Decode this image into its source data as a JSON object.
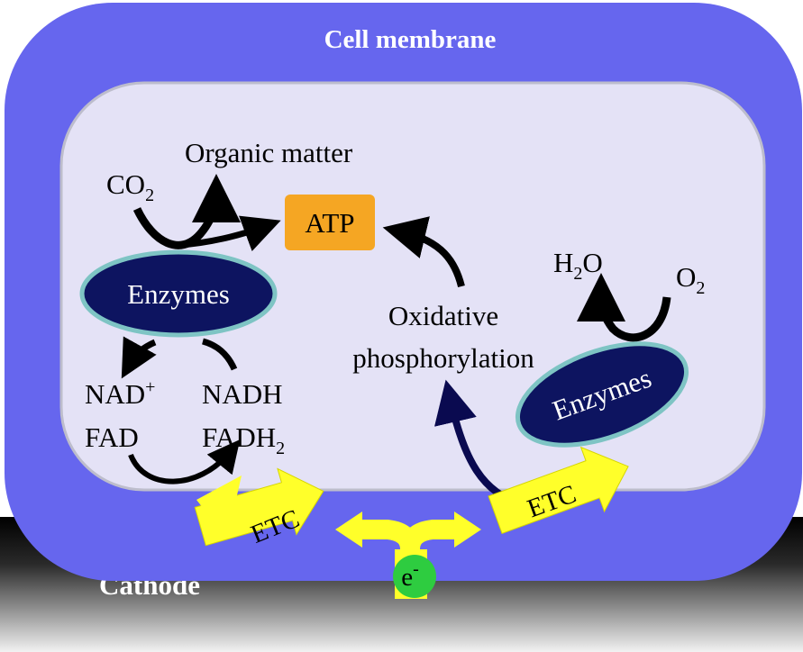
{
  "labels": {
    "cell_membrane": "Cell membrane",
    "cathode": "Cathode",
    "organic_matter": "Organic matter",
    "co2_base": "CO",
    "co2_sub": "2",
    "atp": "ATP",
    "enzymes_left": "Enzymes",
    "enzymes_right": "Enzymes",
    "oxidative_line1": "Oxidative",
    "oxidative_line2": "phosphorylation",
    "h2o_h": "H",
    "h2o_sub": "2",
    "h2o_o": "O",
    "o2_base": "O",
    "o2_sub": "2",
    "nad_plus_base": "NAD",
    "nad_plus_sup": "+",
    "nadh": "NADH",
    "fad": "FAD",
    "fadh2_base": "FADH",
    "fadh2_sub": "2",
    "etc_left": "ETC",
    "etc_right": "ETC",
    "electron_base": "e",
    "electron_sup": "-"
  },
  "colors": {
    "membrane": "#6666ee",
    "cytoplasm": "#e4e2f6",
    "enzyme_fill": "#0d1460",
    "enzyme_ring": "#7ec4c4",
    "atp_box": "#f5a623",
    "etc_arrow": "#ffff2a",
    "electron_circle": "#2ecc40",
    "cathode_top": "#000000",
    "cathode_bottom": "#ededed",
    "dark_arrow": "#0a0a50"
  }
}
